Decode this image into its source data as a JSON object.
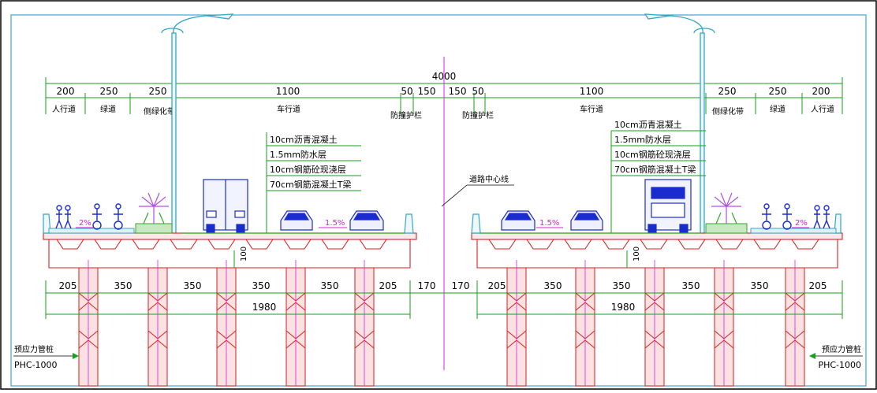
{
  "top_dims": {
    "total": "4000",
    "segments": [
      "200",
      "250",
      "250",
      "1100",
      "50",
      "150",
      "150",
      "50",
      "1100",
      "250",
      "250",
      "200"
    ]
  },
  "lanes": {
    "sidewalk_l": "人行道",
    "bike_l": "绿道",
    "green_l": "侧绿化带",
    "carriage_l": "车行道",
    "barrier_l": "防撞护栏",
    "barrier_r": "防撞护栏",
    "carriage_r": "车行道",
    "green_r": "侧绿化带",
    "bike_r": "绿道",
    "sidewalk_r": "人行道"
  },
  "layers_left": [
    "10cm沥青混凝土",
    "1.5mm防水层",
    "10cm钢筋砼现浇层",
    "70cm钢筋混凝土T梁"
  ],
  "layers_right": [
    "10cm沥青混凝土",
    "1.5mm防水层",
    "10cm钢筋砼现浇层",
    "70cm钢筋混凝土T梁"
  ],
  "centerline_label": "道路中心线",
  "slopes": {
    "left_sidewalk": "2%",
    "left_road": "1.5%",
    "right_road": "1.5%",
    "right_sidewalk": "2%"
  },
  "beam_depth": {
    "left": "100",
    "right": "100"
  },
  "bottom_dims_left": [
    "205",
    "350",
    "350",
    "350",
    "350",
    "205"
  ],
  "bottom_dims_mid": [
    "170",
    "170"
  ],
  "bottom_dims_right": [
    "205",
    "350",
    "350",
    "350",
    "350",
    "205"
  ],
  "bottom_totals": {
    "left": "1980",
    "right": "1980"
  },
  "piles": {
    "left_label": "预应力管桩",
    "left_code": "PHC-1000",
    "right_label": "预应力管桩",
    "right_code": "PHC-1000"
  },
  "colors": {
    "dim": "#13a21b",
    "text": "#000000",
    "structure": "#d62020",
    "pile_fill": "#fbe1e1",
    "centerline": "#e020e0",
    "vehicle": "#1a2cd0",
    "lamp": "#36a6c8",
    "plant": "#b14fe0",
    "greenery": "#2fa82f",
    "slope": "#d81ed8"
  }
}
